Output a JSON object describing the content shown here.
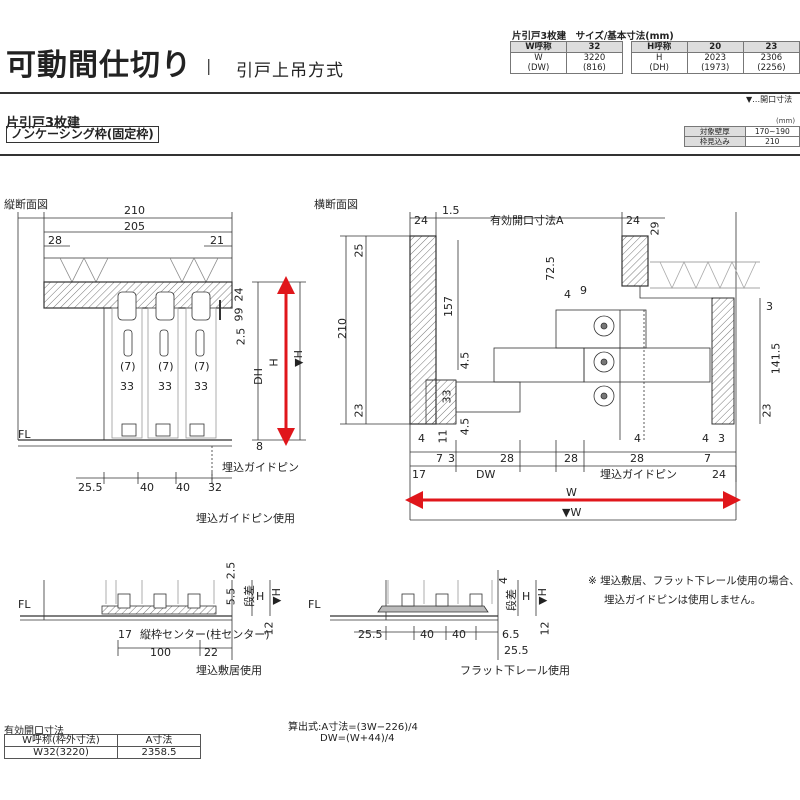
{
  "header": {
    "title": "可動間仕切り",
    "separator": "|",
    "subtitle": "引戸上吊方式"
  },
  "spec_table": {
    "caption": "片引戸3枚建　サイズ/基本寸法(mm)",
    "w_head": "W呼称",
    "w_code": "32",
    "w_label": "W",
    "w_label_sub": "(DW)",
    "w_value": "3220",
    "w_value_sub": "(816)",
    "h_head": "H呼称",
    "h_code_1": "20",
    "h_code_2": "23",
    "h_label": "H",
    "h_label_sub": "(DH)",
    "h_value_1": "2023",
    "h_value_1_sub": "(1973)",
    "h_value_2": "2306",
    "h_value_2_sub": "(2256)"
  },
  "opening_note": "▼…開口寸法",
  "section": {
    "title": "片引戸3枚建",
    "frame_type": "ノンケーシング枠(固定枠)"
  },
  "wall_table": {
    "unit": "(mm)",
    "row1_label": "対象壁厚",
    "row1_value": "170~190",
    "row2_label": "枠見込み",
    "row2_value": "210"
  },
  "vertical_section": {
    "title": "縦断面図",
    "dim_210": "210",
    "dim_205": "205",
    "dim_28": "28",
    "dim_21": "21",
    "dim_24": "24",
    "dim_99": "99",
    "dim_25": "2.5",
    "dim_dh": "DH",
    "dim_h": "H",
    "dim_h_arrow": "▼H",
    "dim_8": "8",
    "paren_7": "(7)",
    "dim_33": "33",
    "fl": "FL",
    "bottom_255": "25.5",
    "bottom_40": "40",
    "bottom_32": "32",
    "pin_label": "埋込ガイドピン",
    "caption": "埋込ガイドピン使用"
  },
  "horizontal_section": {
    "title": "横断面図",
    "dim_24": "24",
    "dim_15": "1.5",
    "dim_a": "有効開口寸法A",
    "dim_25": "25",
    "dim_29": "29",
    "dim_725": "72.5",
    "dim_210": "210",
    "dim_157": "157",
    "dim_4": "4",
    "dim_9": "9",
    "dim_3": "3",
    "dim_1415": "141.5",
    "dim_45": "4.5",
    "dim_33": "33",
    "dim_23": "23",
    "dim_11": "11",
    "dim_7": "7",
    "dim_28": "28",
    "dim_17": "17",
    "dim_dw": "DW",
    "pin_label": "埋込ガイドピン",
    "dim_w": "W",
    "dim_w_arrow": "▼W"
  },
  "detail_left": {
    "fl": "FL",
    "dim_25": "2.5",
    "dim_55": "5.5",
    "step": "段差",
    "dim_h": "H",
    "dim_h_arrow": "▼H",
    "dim_17": "17",
    "center_label": "縦枠センター(柱センター)",
    "dim_12": "12",
    "dim_100": "100",
    "dim_22": "22",
    "caption": "埋込敷居使用"
  },
  "detail_right": {
    "fl": "FL",
    "dim_4": "4",
    "step": "段差",
    "dim_h": "H",
    "dim_h_arrow": "▼H",
    "dim_255": "25.5",
    "dim_40": "40",
    "dim_65": "6.5",
    "dim_12": "12",
    "dim_255b": "25.5",
    "caption": "フラット下レール使用"
  },
  "notes": {
    "line1": "※ 埋込敷居、フラット下レール使用の場合、",
    "line2": "埋込ガイドピンは使用しません。"
  },
  "opening": {
    "title": "有効開口寸法",
    "col1": "W呼称(枠外寸法)",
    "col2": "A寸法",
    "row_w": "W32(3220)",
    "row_a": "2358.5"
  },
  "formula": {
    "line1": "算出式:A寸法=(3W−226)/4",
    "line2": "DW=(W+44)/4"
  },
  "colors": {
    "accent_red": "#e0161b",
    "frame_gray": "#666666"
  }
}
